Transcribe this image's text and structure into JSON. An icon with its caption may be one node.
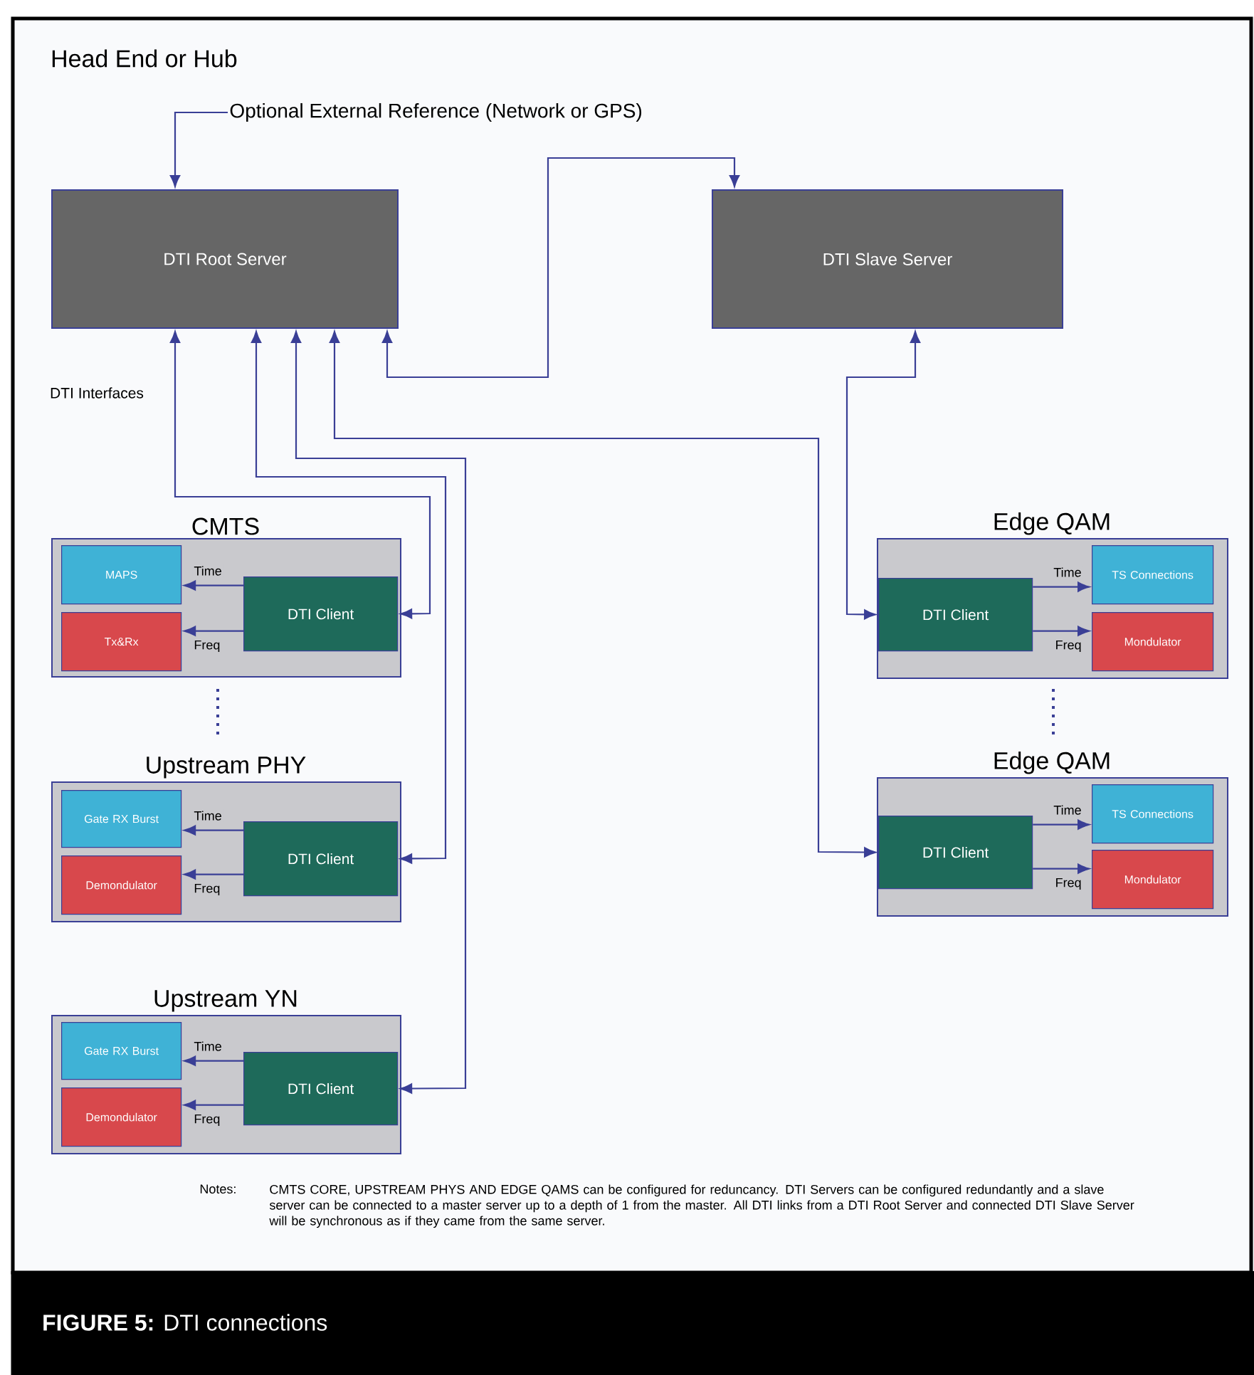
{
  "diagram": {
    "caption": "**FIGURE 5:** DTI connections",
    "nodes": [
      {
        "text": [
          "Optional External Reference (Network or GPS)"
        ]
      },
      {
        "text": [
          "DTI Root Server"
        ]
      },
      {
        "text": [
          "DTI Slave Server"
        ]
      },
      {
        "text": [
          "CMTS"
        ]
      },
      {
        "text": [
          "MAPS"
        ],
        "in": 3
      },
      {
        "text": [
          "Tx&Rx"
        ],
        "in": 3
      },
      {
        "text": [
          "DTI Client"
        ],
        "in": 3
      },
      {
        "text": [
          "Upstream PHY"
        ]
      },
      {
        "text": [
          "Gate RX Burst"
        ],
        "in": 7
      },
      {
        "text": [
          "Demondulator"
        ],
        "in": 7
      },
      {
        "text": [
          "DTI Client"
        ],
        "in": 7
      },
      {
        "text": [
          "Upstream YN"
        ]
      },
      {
        "text": [
          "Gate RX Burst"
        ],
        "in": 11
      },
      {
        "text": [
          "Demondulator"
        ],
        "in": 11
      },
      {
        "text": [
          "DTI Client"
        ],
        "in": 11
      },
      {
        "text": [
          "Edge QAM"
        ]
      },
      {
        "text": [
          "DTI Client"
        ],
        "in": 15
      },
      {
        "text": [
          "TS Connections"
        ],
        "in": 15
      },
      {
        "text": [
          "Mondulator"
        ],
        "in": 15
      },
      {
        "text": [
          "Edge QAM"
        ]
      },
      {
        "text": [
          "DTI Client"
        ],
        "in": 19
      },
      {
        "text": [
          "TS Connections"
        ],
        "in": 19
      },
      {
        "text": [
          "Mondulator"
        ],
        "in": 19
      }
    ],
    "edges": [
      {
        "from": 0,
        "to": 1,
        "arrow": "to"
      },
      {
        "from": 1,
        "to": 2,
        "arrow": "both"
      },
      {
        "from": 2,
        "to": 16,
        "arrow": "both"
      },
      {
        "from": 1,
        "to": 6,
        "arrow": "both"
      },
      {
        "from": 1,
        "to": 10,
        "arrow": "both"
      },
      {
        "from": 1,
        "to": 14,
        "arrow": "both"
      },
      {
        "from": 1,
        "to": 20,
        "arrow": "both"
      },
      {
        "from": 6,
        "to": 4,
        "arrow": "to",
        "label": "Time"
      },
      {
        "from": 6,
        "to": 5,
        "arrow": "to",
        "label": "Freq"
      },
      {
        "from": 10,
        "to": 8,
        "arrow": "to",
        "label": "Time"
      },
      {
        "from": 10,
        "to": 9,
        "arrow": "to",
        "label": "Freq"
      },
      {
        "from": 14,
        "to": 12,
        "arrow": "to",
        "label": "Time"
      },
      {
        "from": 14,
        "to": 13,
        "arrow": "to",
        "label": "Freq"
      },
      {
        "from": 16,
        "to": 17,
        "arrow": "to",
        "label": "Time"
      },
      {
        "from": 16,
        "to": 18,
        "arrow": "to",
        "label": "Freq"
      },
      {
        "from": 20,
        "to": 21,
        "arrow": "to",
        "label": "Time"
      },
      {
        "from": 20,
        "to": 22,
        "arrow": "to",
        "label": "Freq"
      }
    ],
    "labels": [
      "Head End or Hub",
      "DTI Interfaces",
      "Notes:",
      "CMTS CORE, UPSTREAM PHYS AND EDGE QAMS can be configured for reduncancy. DTI Servers can be configured redundantly and a slave server can be connected to a master server up to a depth of 1 from the master. All DTI links from a DTI Root Server and connected DTI Slave Server will be synchronous as if they came from the same server."
    ]
  }
}
